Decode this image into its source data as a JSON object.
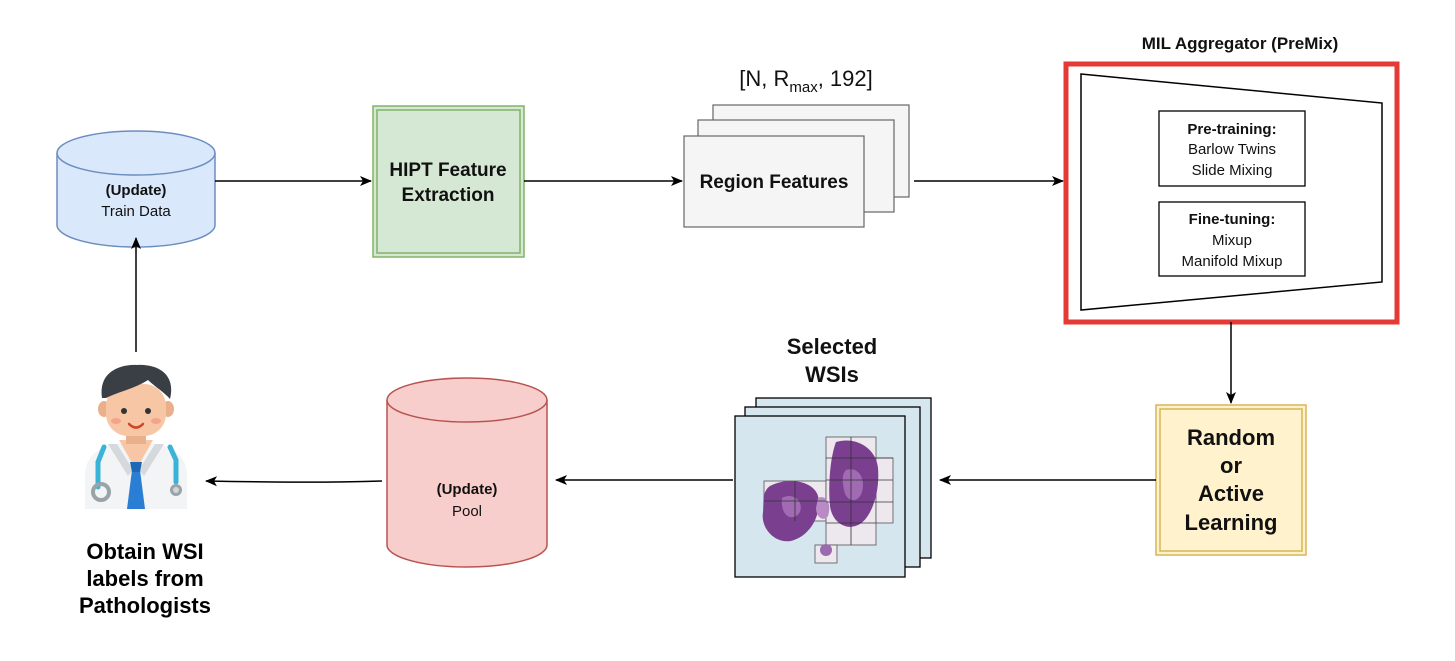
{
  "train_data": {
    "line1": "(Update)",
    "line2": "Train Data"
  },
  "hipt": {
    "line1": "HIPT Feature",
    "line2": "Extraction"
  },
  "region_features": {
    "label": "Region Features",
    "shape_prefix": "[N, R",
    "shape_sub": "max",
    "shape_suffix": ", 192]"
  },
  "mil": {
    "title": "MIL Aggregator (PreMix)",
    "pretrain": {
      "title": "Pre-training:",
      "item1": "Barlow Twins",
      "item2": "Slide Mixing"
    },
    "finetune": {
      "title": "Fine-tuning:",
      "item1": "Mixup",
      "item2": "Manifold Mixup"
    }
  },
  "selector": {
    "line1": "Random",
    "line2": "or",
    "line3": "Active",
    "line4": "Learning"
  },
  "selected_wsis": {
    "line1": "Selected",
    "line2": "WSIs"
  },
  "pool": {
    "line1": "(Update)",
    "line2": "Pool"
  },
  "pathologist": {
    "line1": "Obtain WSI",
    "line2": "labels from",
    "line3": "Pathologists"
  },
  "colors": {
    "red": "#e53935",
    "green_fill": "#d5e8d4",
    "green_stroke": "#82b366",
    "blue_fill": "#dae8fc",
    "blue_stroke": "#6c8ebf",
    "pink_fill": "#f8cecc",
    "pink_stroke": "#b85450",
    "yellow_fill": "#fff2cc",
    "yellow_stroke": "#d6b656"
  }
}
